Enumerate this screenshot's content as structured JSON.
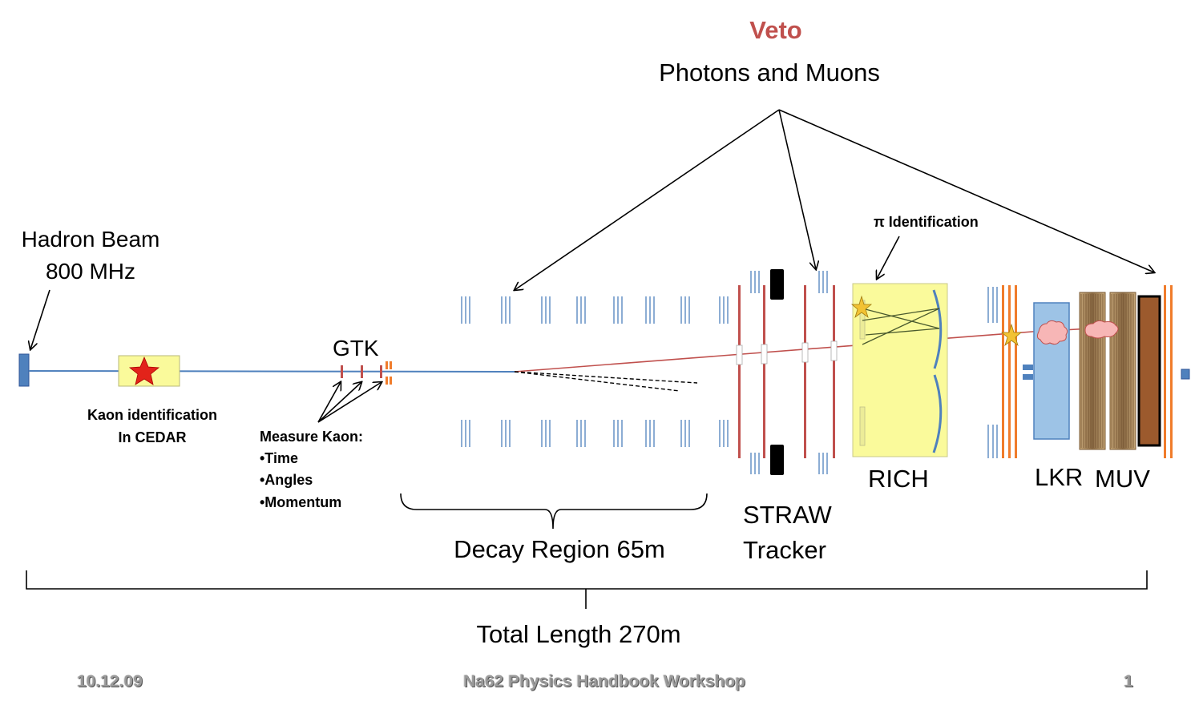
{
  "titles": {
    "veto": "Veto",
    "veto_sub": "Photons and Muons"
  },
  "labels": {
    "beam_line1": "Hadron Beam",
    "beam_line2": "800 MHz",
    "kaon_id_line1": "Kaon identification",
    "kaon_id_line2": "In CEDAR",
    "gtk": "GTK",
    "measure_title": "Measure Kaon:",
    "measure_items": [
      "•Time",
      "•Angles",
      "•Momentum"
    ],
    "pi_id": "π Identification",
    "rich": "RICH",
    "lkr": "LKR",
    "muv": "MUV",
    "straw_line1": "STRAW",
    "straw_line2": "Tracker",
    "decay_region": "Decay Region 65m",
    "total_length": "Total Length 270m"
  },
  "footer": {
    "date": "10.12.09",
    "workshop": "Na62 Physics Handbook Workshop",
    "page": "1"
  },
  "colors": {
    "beam_blue": "#4f81bd",
    "track_red": "#c0504d",
    "rich_fill": "#fafa9b",
    "veto_orange": "#f07c2b",
    "lkr_fill": "#9dc3e6",
    "muv_brown": "#9c5a2d"
  }
}
